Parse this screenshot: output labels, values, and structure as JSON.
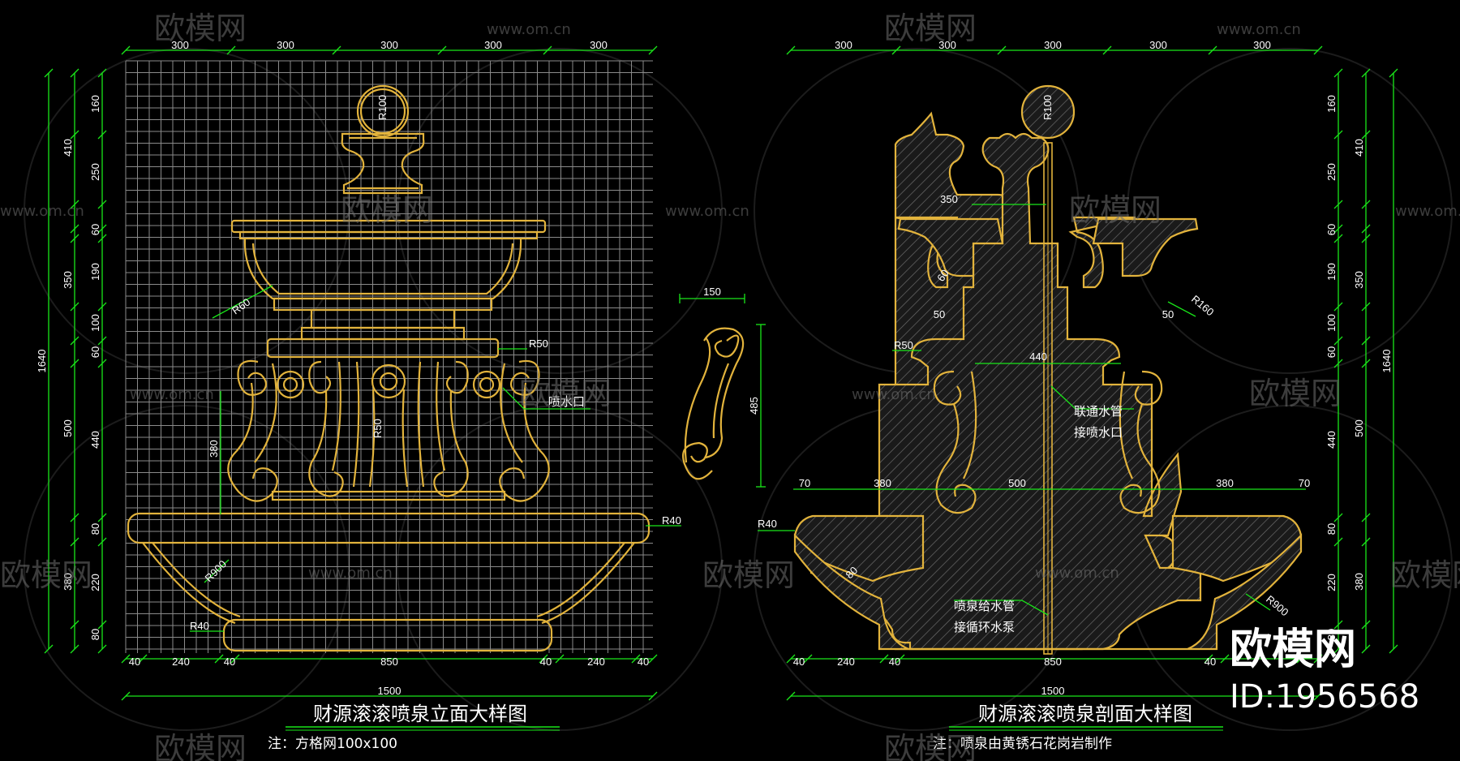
{
  "watermarks": {
    "brand": "欧模网",
    "site": "www.om.cn",
    "id_label": "ID:1956568"
  },
  "left": {
    "title": "财源滚滚喷泉立面大样图",
    "note": "注：方格网100x100",
    "top_dims": [
      "300",
      "300",
      "300",
      "300",
      "300"
    ],
    "bottom_dims": [
      "40",
      "240",
      "40",
      "850",
      "40",
      "240",
      "40"
    ],
    "total_width": "1500",
    "left_outer_dims": [
      "410",
      "350",
      "500",
      "380"
    ],
    "left_total": "1640",
    "left_inner_dims": [
      "160",
      "250",
      "60",
      "190",
      "100",
      "60",
      "440",
      "80",
      "220",
      "80"
    ],
    "labels": {
      "r100": "R100",
      "r60": "R60",
      "r50a": "R50",
      "r50b": "R50",
      "r40a": "R40",
      "r40b": "R40",
      "r900": "R900",
      "d380": "380",
      "spout": "喷水口"
    }
  },
  "detail": {
    "width": "150",
    "height": "485"
  },
  "right": {
    "title": "财源滚滚喷泉剖面大样图",
    "note": "注：喷泉由黄锈石花岗岩制作",
    "top_dims": [
      "300",
      "300",
      "300",
      "300",
      "300"
    ],
    "bottom_dims": [
      "40",
      "240",
      "40",
      "850",
      "40"
    ],
    "total_width": "1500",
    "right_outer_dims": [
      "410",
      "350",
      "500",
      "380"
    ],
    "right_total": "1640",
    "right_inner_dims": [
      "160",
      "250",
      "60",
      "190",
      "100",
      "60",
      "440",
      "80",
      "220",
      "80"
    ],
    "labels": {
      "r100": "R100",
      "d350": "350",
      "d50a": "50",
      "d50b": "50",
      "d60": "60",
      "r160": "R160",
      "r50": "R50",
      "d440": "440",
      "d70a": "70",
      "d380a": "380",
      "d500": "500",
      "d380b": "380",
      "d70b": "70",
      "r40": "R40",
      "d80": "80",
      "r900": "R900",
      "pipe1a": "联通水管",
      "pipe1b": "接喷水口",
      "pipe2a": "喷泉给水管",
      "pipe2b": "接循环水泵"
    }
  },
  "colors": {
    "background": "#000000",
    "object": "#e2b33c",
    "dimension": "#19e619",
    "grid": "#8a8a8a",
    "text": "#ffffff"
  }
}
